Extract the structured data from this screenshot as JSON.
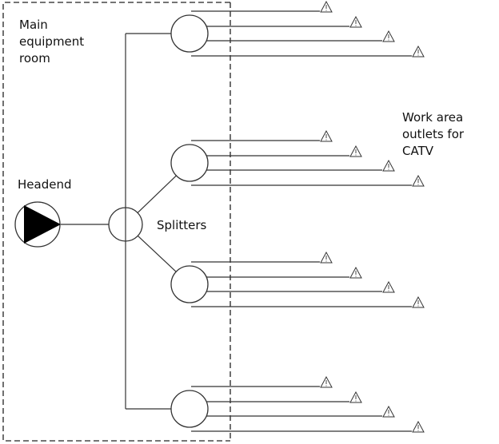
{
  "labels": {
    "room": [
      "Main",
      "equipment",
      "room"
    ],
    "headend": "Headend",
    "splitters": "Splitters",
    "outlets": [
      "Work area",
      "outlets for",
      "CATV"
    ]
  },
  "diagram": {
    "splitter_groups": 4,
    "outlets_per_splitter": 4
  }
}
